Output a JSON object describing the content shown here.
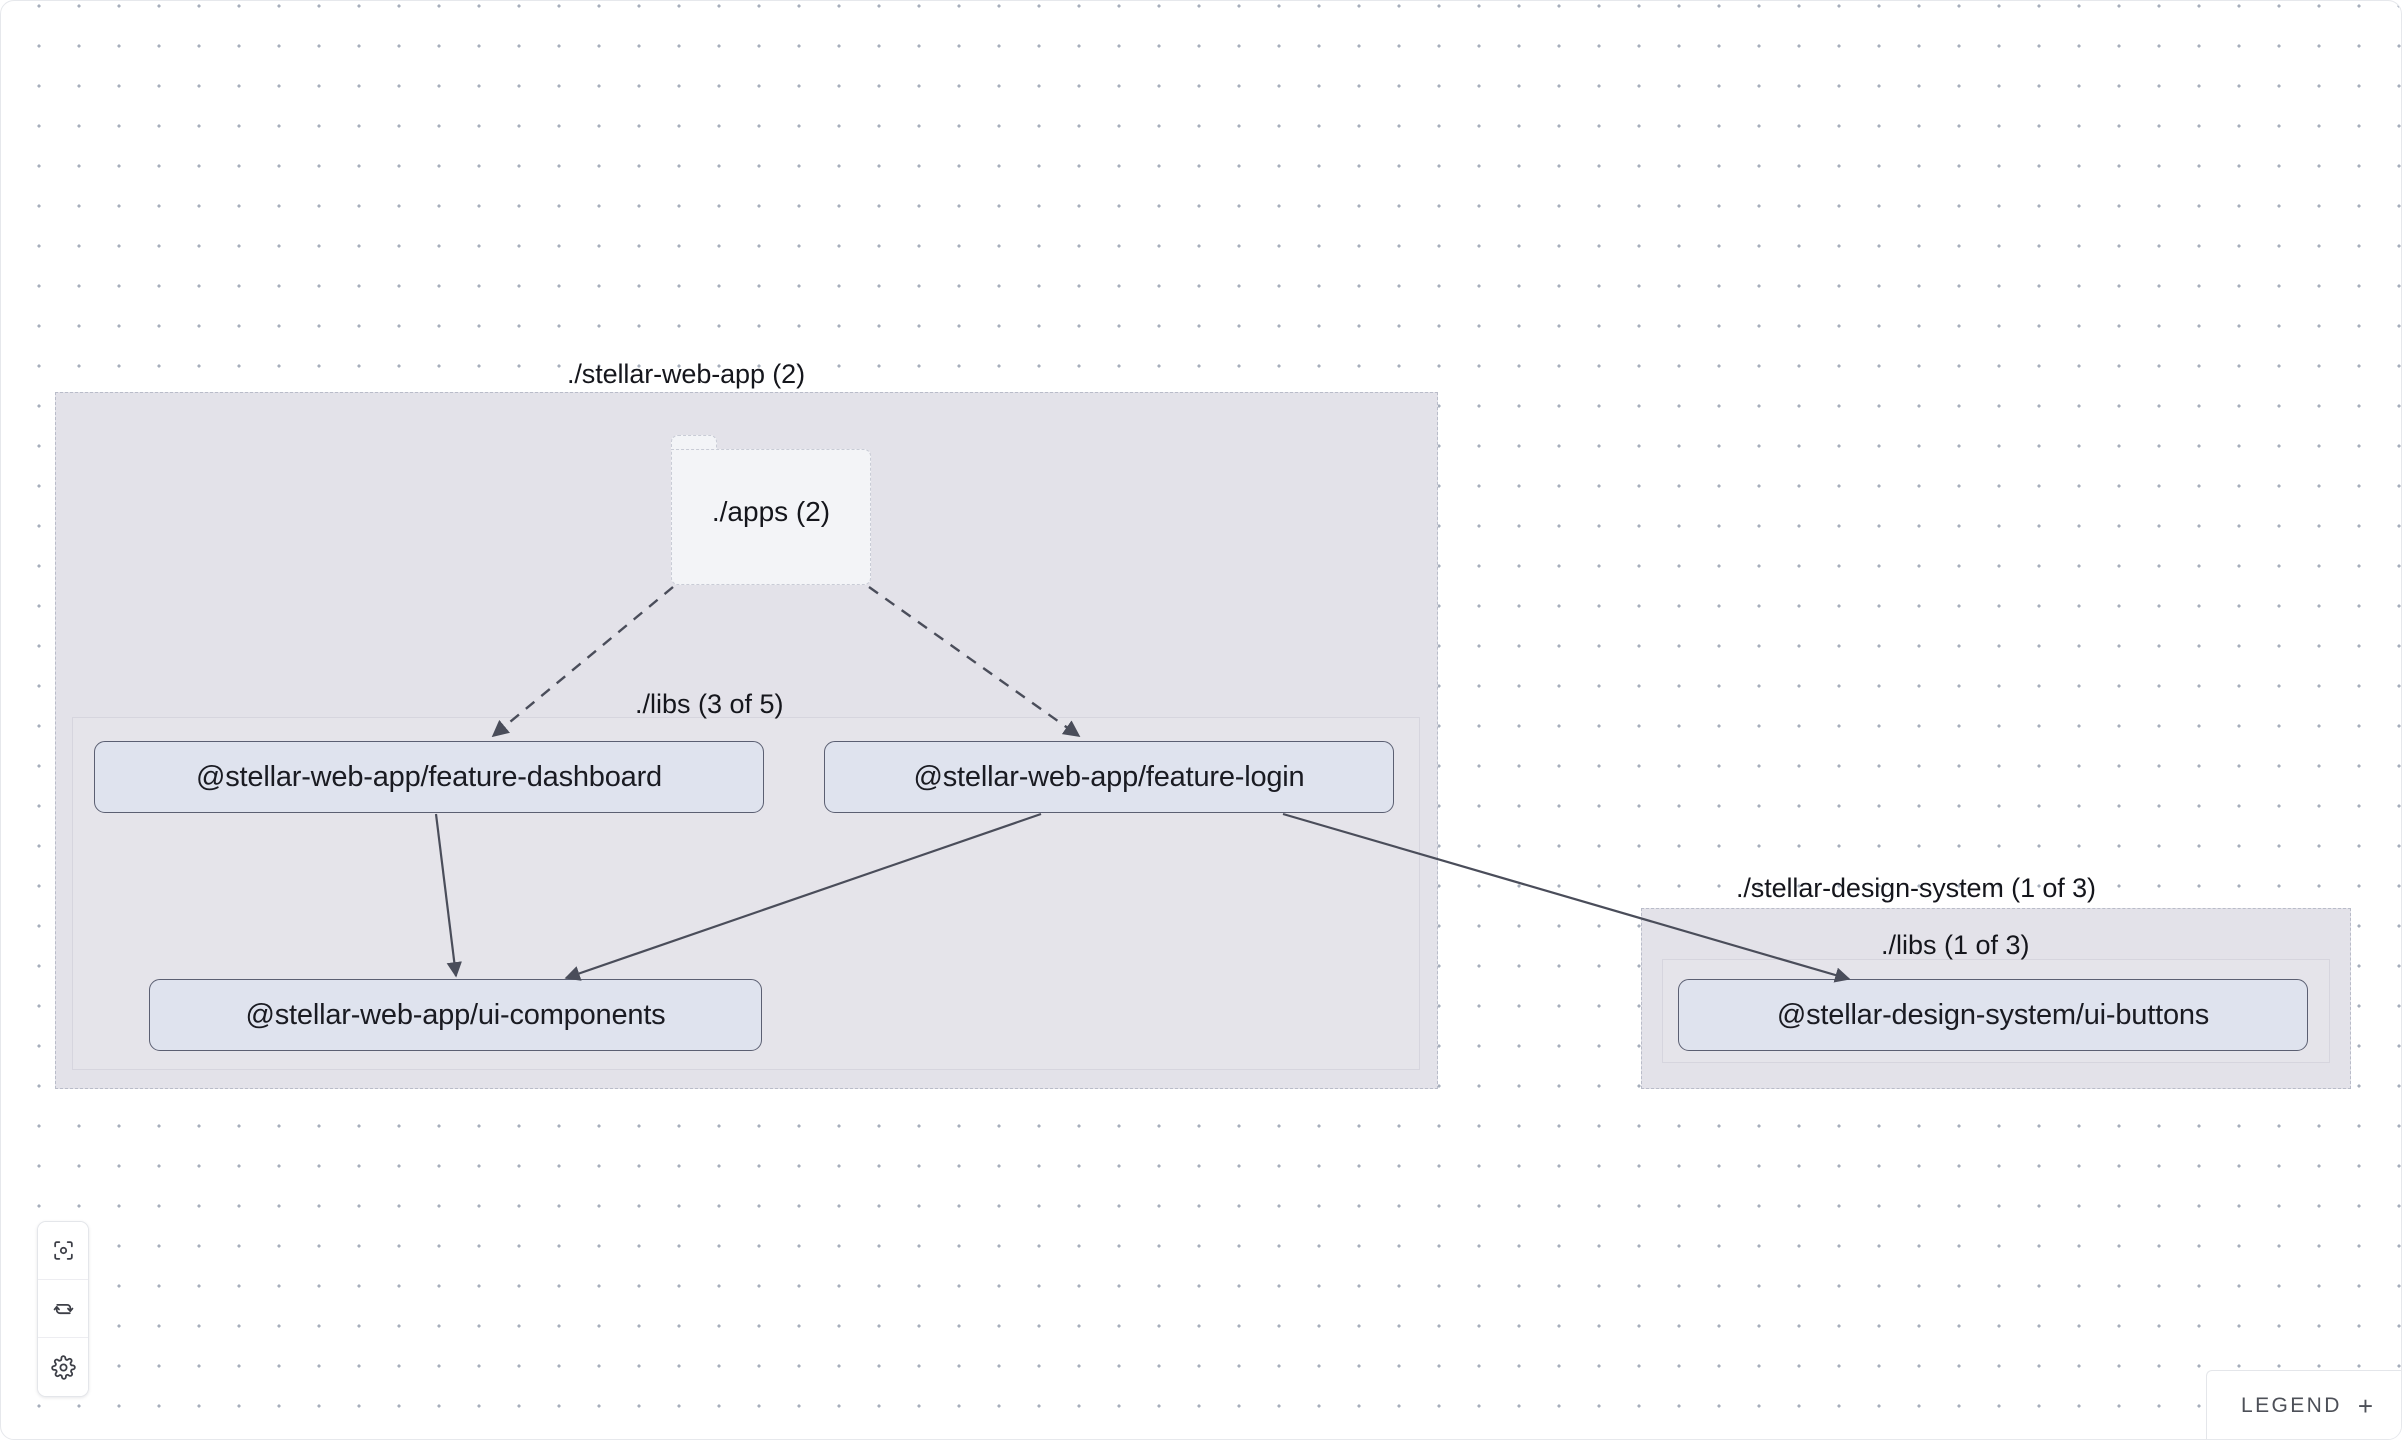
{
  "graph": {
    "groups": [
      {
        "id": "stellar-web-app",
        "title": "./stellar-web-app (2)",
        "subgroup_title": "./libs (3 of 5)",
        "folder_label": "./apps (2)"
      },
      {
        "id": "stellar-design-system",
        "title": "./stellar-design-system (1 of 3)",
        "subgroup_title": "./libs (1 of 3)"
      }
    ],
    "nodes": [
      {
        "id": "feature-dashboard",
        "label": "@stellar-web-app/feature-dashboard"
      },
      {
        "id": "feature-login",
        "label": "@stellar-web-app/feature-login"
      },
      {
        "id": "ui-components",
        "label": "@stellar-web-app/ui-components"
      },
      {
        "id": "ui-buttons",
        "label": "@stellar-design-system/ui-buttons"
      }
    ],
    "colors": {
      "node_fill": "#dfe3ee",
      "node_border": "#5b5f72",
      "group_fill": "#e3e2e9",
      "group_border": "#b9bcc9",
      "folder_fill": "#f3f4f7",
      "edge": "#4a4d5a",
      "canvas_dot": "#a6aebb"
    }
  },
  "toolbar": {
    "focus_graph": "focus-graph",
    "refresh": "refresh-graph",
    "settings": "graph-settings"
  },
  "legend": {
    "label": "LEGEND",
    "expand": "+"
  }
}
